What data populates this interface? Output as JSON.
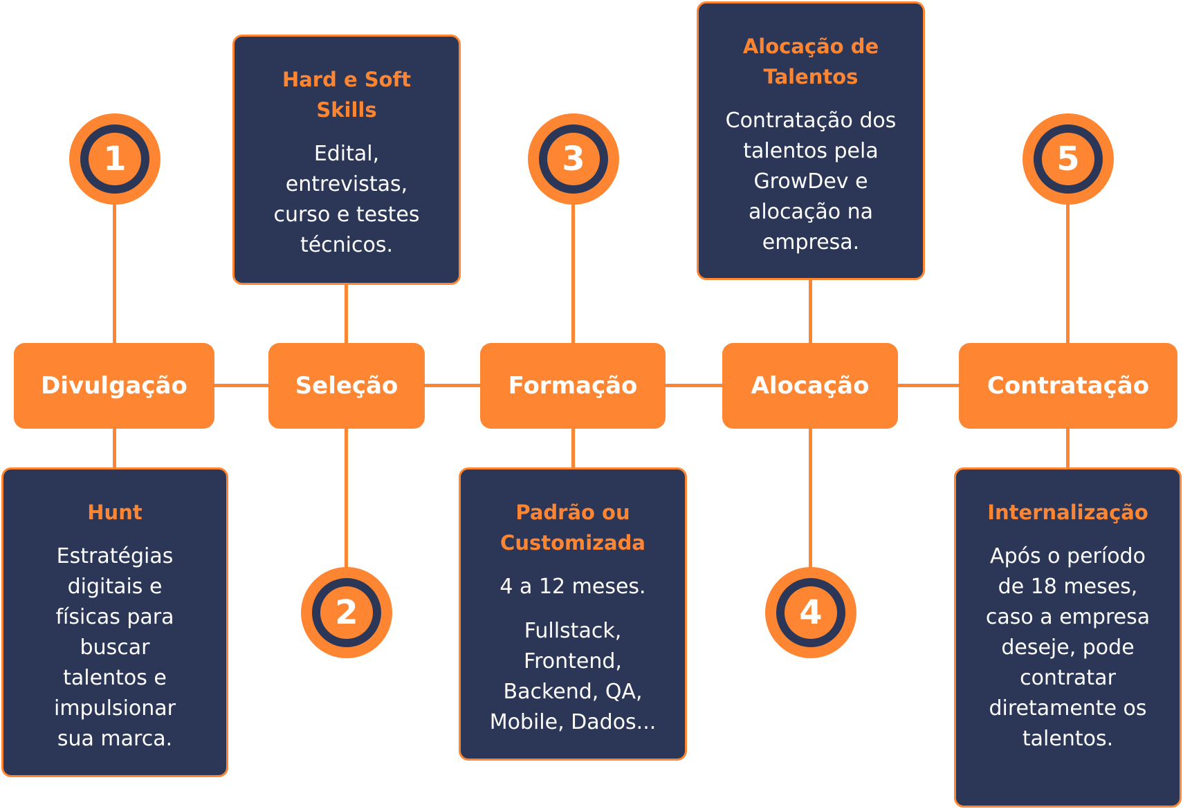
{
  "colors": {
    "accent": "#fe8632",
    "card": "#2c3758",
    "text_light": "#ffffff"
  },
  "stages": [
    {
      "number": "1",
      "label": "Divulgação",
      "card_title": "Hunt",
      "card_texts": [
        "Estratégias digitais e físicas para buscar talentos e impulsionar sua marca."
      ]
    },
    {
      "number": "2",
      "label": "Seleção",
      "card_title": "Hard e Soft Skills",
      "card_texts": [
        "Edital, entrevistas, curso e testes técnicos."
      ]
    },
    {
      "number": "3",
      "label": "Formação",
      "card_title": "Padrão ou Customizada",
      "card_texts": [
        "4 a 12 meses.",
        "Fullstack, Frontend, Backend, QA, Mobile, Dados..."
      ]
    },
    {
      "number": "4",
      "label": "Alocação",
      "card_title": "Alocação de Talentos",
      "card_texts": [
        "Contratação dos talentos pela GrowDev e alocação na empresa."
      ]
    },
    {
      "number": "5",
      "label": "Contratação",
      "card_title": "Internalização",
      "card_texts": [
        "Após o período de 18 meses, caso a empresa deseje, pode contratar diretamente os talentos."
      ]
    }
  ]
}
